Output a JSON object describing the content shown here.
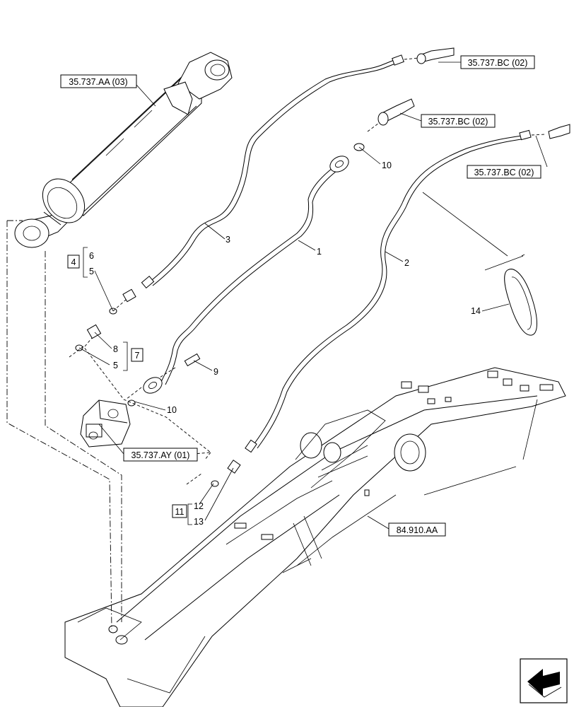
{
  "references": {
    "cyl_ref": "35.737.AA (03)",
    "bc_top": "35.737.BC (02)",
    "bc_mid": "35.737.BC (02)",
    "bc_right": "35.737.BC (02)",
    "ay_ref": "35.737.AY (01)",
    "boom_ref": "84.910.AA"
  },
  "callouts": {
    "c1": "1",
    "c2": "2",
    "c3": "3",
    "c5a": "5",
    "c5b": "5",
    "c6": "6",
    "c8": "8",
    "c9": "9",
    "c10a": "10",
    "c10b": "10",
    "c12": "12",
    "c13": "13",
    "c14": "14"
  },
  "kits": {
    "k4": "4",
    "k7": "7",
    "k11": "11"
  },
  "icons": {
    "nav": "arrow-icon"
  }
}
